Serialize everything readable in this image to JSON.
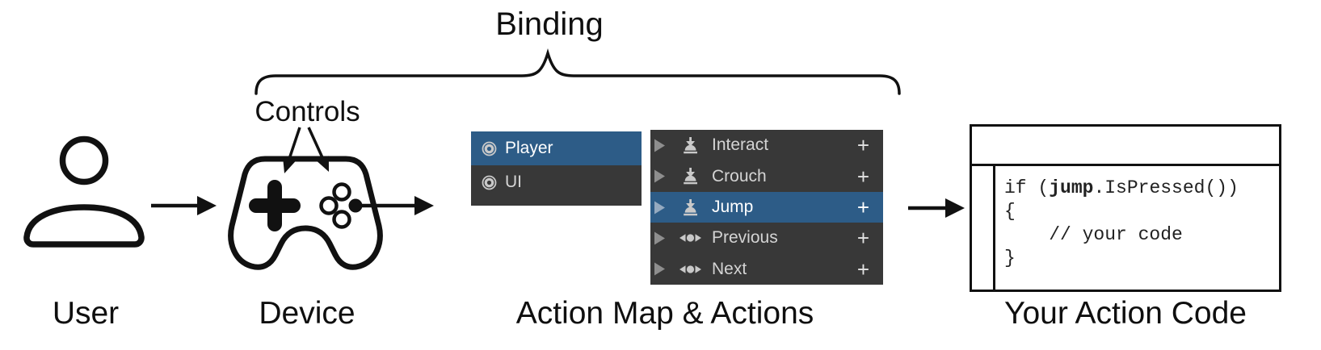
{
  "labels": {
    "binding": "Binding",
    "controls": "Controls",
    "user": "User",
    "device": "Device",
    "action_map": "Action Map & Actions",
    "action_code": "Your Action Code"
  },
  "action_map_panel": {
    "items": [
      {
        "label": "Player",
        "icon": "action-map-icon",
        "selected": true
      },
      {
        "label": "UI",
        "icon": "action-map-icon",
        "selected": false
      }
    ]
  },
  "actions_panel": {
    "items": [
      {
        "label": "Interact",
        "icon": "button-action-icon",
        "add": "+",
        "selected": false
      },
      {
        "label": "Crouch",
        "icon": "button-action-icon",
        "add": "+",
        "selected": false
      },
      {
        "label": "Jump",
        "icon": "button-action-icon",
        "add": "+",
        "selected": true
      },
      {
        "label": "Previous",
        "icon": "axis-action-icon",
        "add": "+",
        "selected": false
      },
      {
        "label": "Next",
        "icon": "axis-action-icon",
        "add": "+",
        "selected": false
      }
    ]
  },
  "code": {
    "lines": [
      [
        {
          "t": "if ("
        },
        {
          "t": "jump",
          "b": true
        },
        {
          "t": ".IsPressed())"
        }
      ],
      [
        {
          "t": "{"
        }
      ],
      [
        {
          "t": "    // your code"
        }
      ],
      [
        {
          "t": "}"
        }
      ]
    ]
  },
  "colors": {
    "selection_blue": "#2D5C87",
    "panel_dark": "#383838",
    "row_text": "#D4D4D4",
    "selected_text": "#FFFFFF",
    "icon_gray": "#C9C9C9",
    "foldout_gray": "#8E8E8E",
    "line_black": "#111111"
  }
}
